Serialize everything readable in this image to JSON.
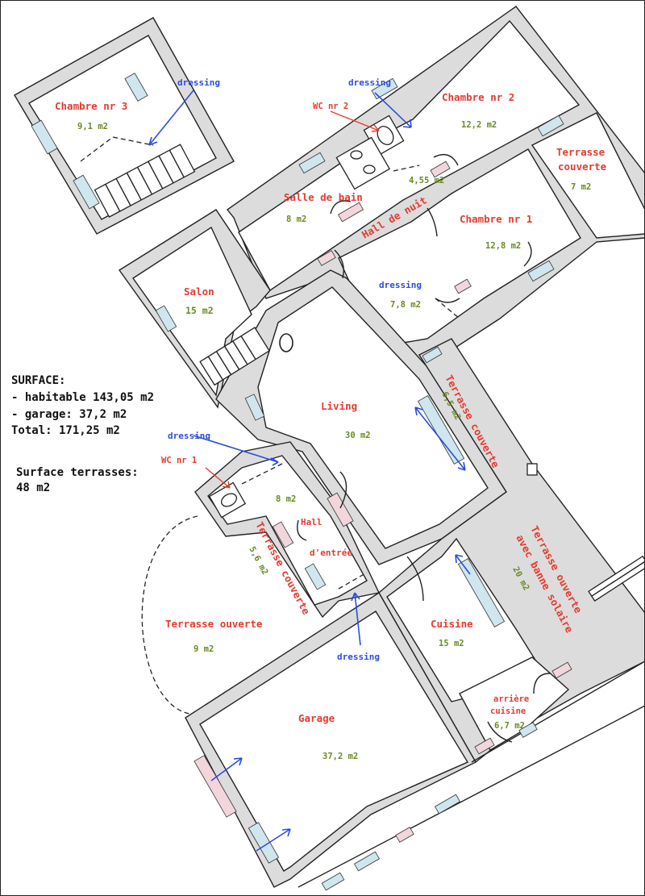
{
  "rooms": {
    "chambre3": {
      "name": "Chambre nr 3",
      "area": "9,1 m2"
    },
    "chambre2": {
      "name": "Chambre nr 2",
      "area": "12,2 m2"
    },
    "wc2": {
      "name": "WC nr 2"
    },
    "hall_nuit": {
      "name": "Hall de nuit",
      "area": "4,55 m2"
    },
    "salle_bain": {
      "name": "Salle de bain",
      "area": "8 m2"
    },
    "terrasse_couverte_ne": {
      "name": "Terrasse couverte",
      "area": "7 m2"
    },
    "chambre1": {
      "name": "Chambre nr 1",
      "area": "12,8 m2"
    },
    "dressing_ch1": {
      "name": "dressing",
      "area": "7,8 m2"
    },
    "salon": {
      "name": "Salon",
      "area": "15 m2"
    },
    "living": {
      "name": "Living",
      "area": "30 m2"
    },
    "terrasse_couverte_e": {
      "name": "Terrasse couverte",
      "area": "6,5 m2"
    },
    "wc1": {
      "name": "WC nr 1"
    },
    "hall_entree": {
      "name_line1": "Hall",
      "name_line2": "d'entrée",
      "area": "8 m2"
    },
    "terrasse_couverte_w": {
      "name": "Terrasse couverte",
      "area": "5,6 m2"
    },
    "terrasse_ouverte": {
      "name": "Terrasse ouverte",
      "area": "9 m2"
    },
    "terrasse_banne": {
      "line1": "Terrasse ouverte",
      "line2": "avec banne solaire",
      "area": "20 m2"
    },
    "cuisine": {
      "name": "Cuisine",
      "area": "15 m2"
    },
    "arriere_cuisine": {
      "line1": "arrière",
      "line2": "cuisine",
      "area": "6,7 m2"
    },
    "garage": {
      "name": "Garage",
      "area": "37,2 m2"
    }
  },
  "dressing_labels": {
    "ch3": "dressing",
    "ch2": "dressing",
    "entree": "dressing",
    "hall": "dressing"
  },
  "surface": {
    "title": "SURFACE:",
    "habitable": "- habitable 143,05 m2",
    "garage": "- garage: 37,2 m2",
    "total": "Total: 171,25 m2",
    "terrasses_title": "Surface terrasses:",
    "terrasses_value": "48 m2"
  },
  "colors": {
    "room_label": "#e53b2f",
    "area_label": "#6b8a23",
    "dressing_label": "#2b4ee0",
    "window_blue": "#cfe6ef",
    "window_pink": "#f2d6dc"
  }
}
